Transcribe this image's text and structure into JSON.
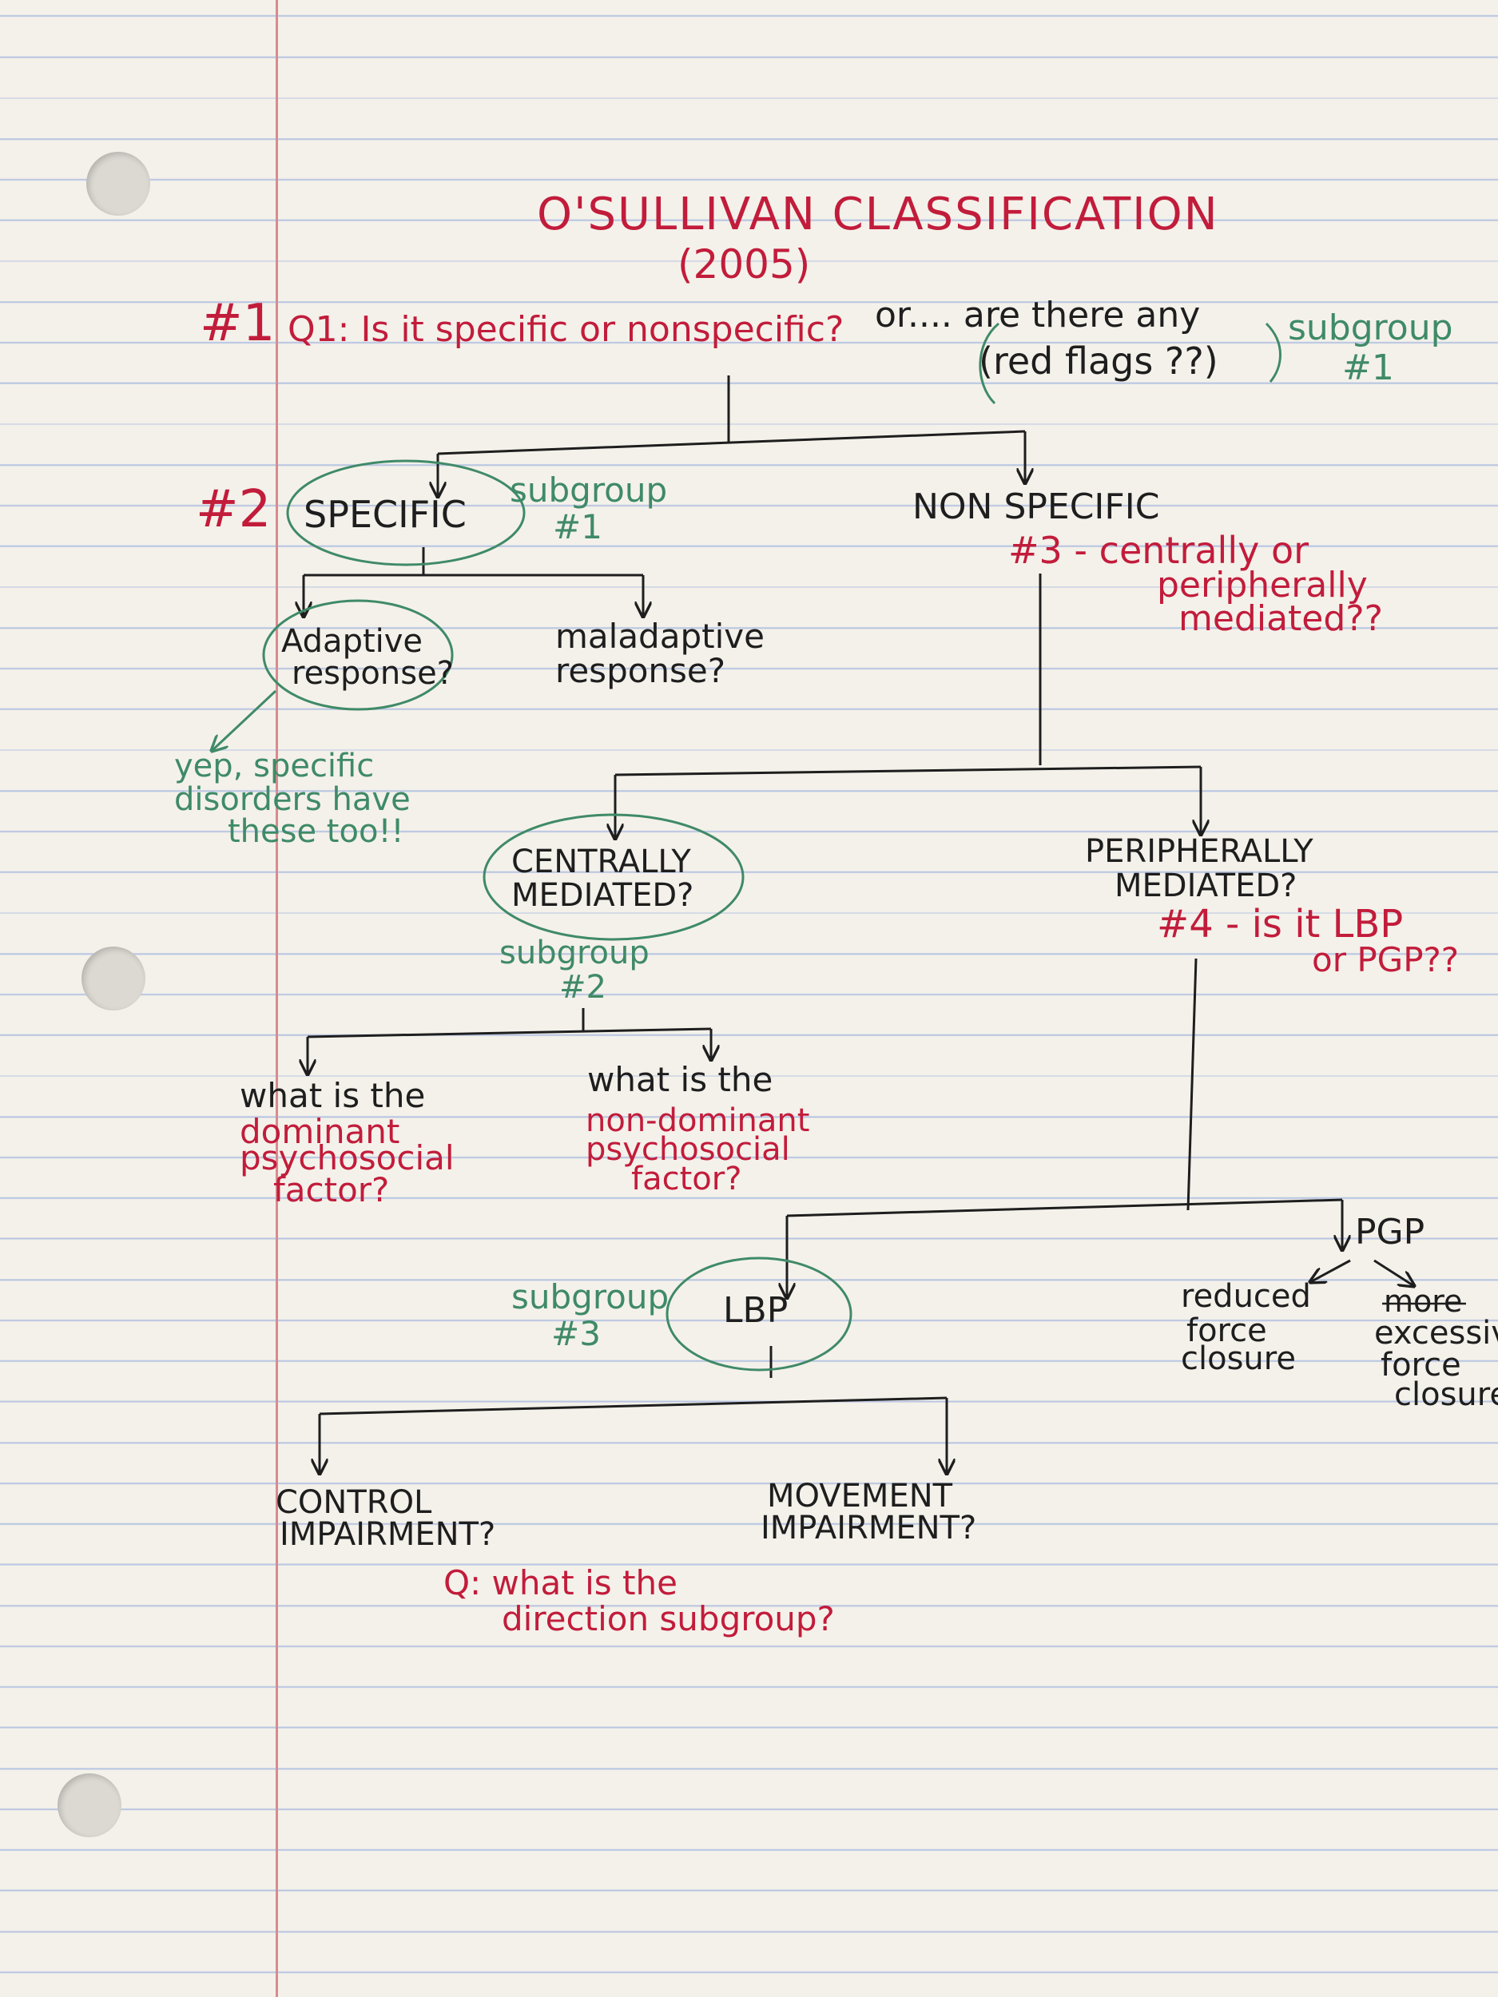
{
  "title": "O'SULLIVAN CLASSIFICATION",
  "year": "(2005)",
  "step1_marker": "#1",
  "q1": "Q1: Is it specific or nonspecific?",
  "or_red_flags_line1": "or.... are there any",
  "or_red_flags_line2": "(red flags ??)",
  "subgroup1_top": "subgroup",
  "subgroup1_top_num": "#1",
  "step2_marker": "#2",
  "specific": "SPECIFIC",
  "subgroup1_specific": "subgroup",
  "subgroup1_specific_num": "#1",
  "non_specific": "NON SPECIFIC",
  "step3_line1": "#3 - centrally or",
  "step3_line2": "peripherally",
  "step3_line3": "mediated??",
  "adaptive_line1": "Adaptive",
  "adaptive_line2": "response?",
  "maladaptive_line1": "maladaptive",
  "maladaptive_line2": "response?",
  "yep_line1": "yep, specific",
  "yep_line2": "disorders have",
  "yep_line3": "these too!!",
  "centrally_line1": "CENTRALLY",
  "centrally_line2": "MEDIATED?",
  "subgroup2": "subgroup",
  "subgroup2_num": "#2",
  "peripherally_line1": "PERIPHERALLY",
  "peripherally_line2": "MEDIATED?",
  "step4_line1": "#4 - is it LBP",
  "step4_line2": "or PGP??",
  "dominant_line1": "what is the",
  "dominant_line2": "dominant",
  "dominant_line3": "psychosocial",
  "dominant_line4": "factor?",
  "nondominant_line1": "what is the",
  "nondominant_line2": "non-dominant",
  "nondominant_line3": "psychosocial",
  "nondominant_line4": "factor?",
  "pgp": "PGP",
  "reduced_line1": "reduced",
  "reduced_line2": "force",
  "reduced_line3": "closure",
  "excessive_strike": "more",
  "excessive_line1": "excessive",
  "excessive_line2": "force",
  "excessive_line3": "closure",
  "subgroup3": "subgroup",
  "subgroup3_num": "#3",
  "lbp": "LBP",
  "control_line1": "CONTROL",
  "control_line2": "IMPAIRMENT?",
  "movement_line1": "MOVEMENT",
  "movement_line2": "IMPAIRMENT?",
  "direction_q_line1": "Q: what is the",
  "direction_q_line2": "direction subgroup?",
  "colors": {
    "red_ink": "#c21c3b",
    "green_ink": "#3f8a67",
    "black_ink": "#1e1e1e",
    "paper": "#f4f1ea"
  }
}
